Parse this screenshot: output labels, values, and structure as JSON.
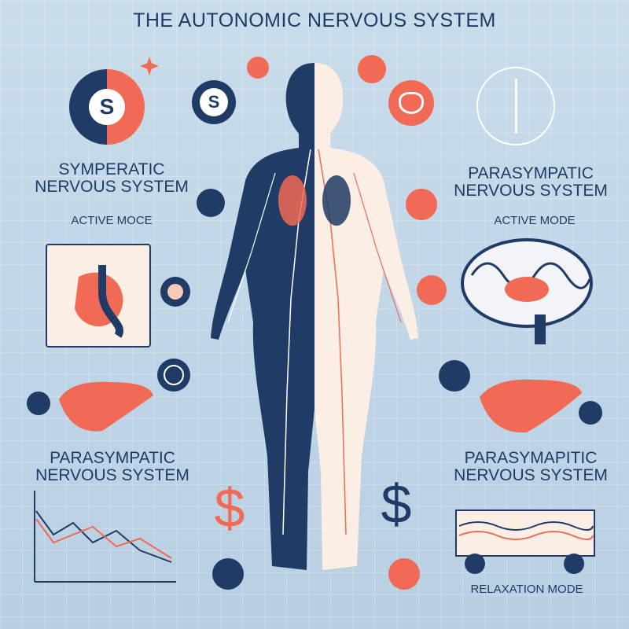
{
  "title": "THE AUTONOMIC NERVOUS SYSTEM",
  "left": {
    "system_line1": "SYMPERATIC",
    "system_line2": "NERVOUS SYSTEM",
    "mode": "ACTIVE MOCE",
    "lower_line1": "PARASYMPATIC",
    "lower_line2": "NERVOUS SYSTEM",
    "s_badge": "S",
    "s_badge2": "S"
  },
  "right": {
    "system_line1": "PARASYMPATIC",
    "system_line2": "NERVOUS SYSTEM",
    "mode": "ACTIVE MODE",
    "lower_line1": "PARASYMAPITIC",
    "lower_line2": "NERVOUS SYSTEM",
    "relax": "RELAXATION MODE"
  },
  "colors": {
    "navy": "#1f3b66",
    "coral": "#f06a55",
    "light": "#fbeee4"
  },
  "icons": [
    "heart-organ-icon",
    "brain-icon",
    "liver-icon",
    "lungs-icon",
    "caduceus-icon",
    "dollar-icon",
    "bicycle-wheel-icon",
    "chart-icon",
    "water-drop-icon"
  ]
}
